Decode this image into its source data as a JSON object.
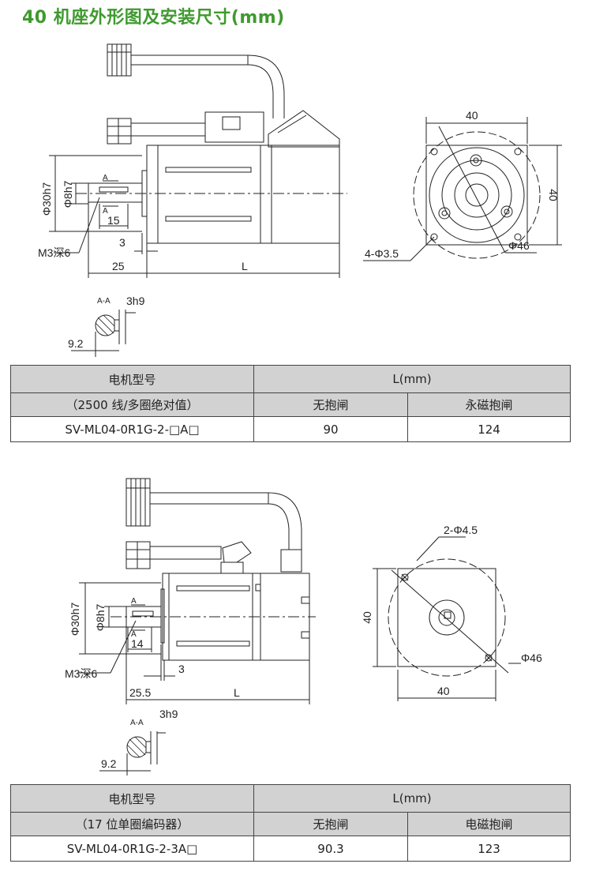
{
  "title": "40 机座外形图及安装尺寸(mm)",
  "drawing1": {
    "front": {
      "d_body": "Φ30h7",
      "d_shaft": "Φ8h7",
      "section_mark": "A",
      "keyway_len": "15",
      "step": "3",
      "shaft_len": "25",
      "length": "L",
      "tap": "M3深6"
    },
    "flange": {
      "width": "40",
      "height": "40",
      "holes": "4-Φ3.5",
      "pcd": "Φ46"
    },
    "section": {
      "label": "A-A",
      "key": "3h9",
      "depth": "9.2"
    }
  },
  "table1": {
    "col_model": "电机型号",
    "col_model_sub": "（2500 线/多圈绝对值）",
    "col_length": "L(mm)",
    "col_nobrake": "无抱闸",
    "col_brake": "永磁抱闸",
    "model": "SV-ML04-0R1G-2-□A□",
    "l_nobrake": "90",
    "l_brake": "124"
  },
  "drawing2": {
    "front": {
      "d_body": "Φ30h7",
      "d_shaft": "Φ8h7",
      "section_mark": "A",
      "keyway_len": "14",
      "step": "3",
      "shaft_len": "25.5",
      "length": "L",
      "tap": "M3深6"
    },
    "flange": {
      "width": "40",
      "height": "40",
      "holes": "2-Φ4.5",
      "pcd": "Φ46"
    },
    "section": {
      "label": "A-A",
      "key": "3h9",
      "depth": "9.2"
    }
  },
  "table2": {
    "col_model": "电机型号",
    "col_model_sub": "（17 位单圈编码器）",
    "col_length": "L(mm)",
    "col_nobrake": "无抱闸",
    "col_brake": "电磁抱闸",
    "model": "SV-ML04-0R1G-2-3A□",
    "l_nobrake": "90.3",
    "l_brake": "123"
  }
}
